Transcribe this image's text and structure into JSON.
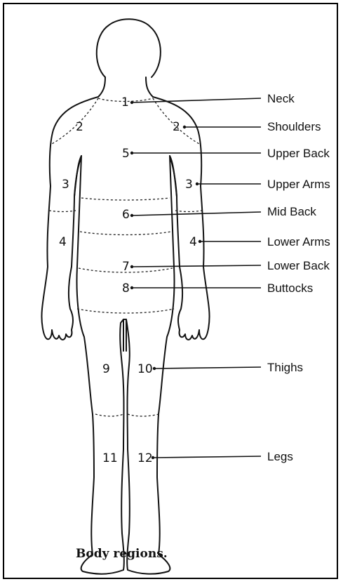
{
  "caption": "Body regions.",
  "regions": [
    {
      "number": "1",
      "label": "Neck"
    },
    {
      "number": "2",
      "label": "Shoulders"
    },
    {
      "number": "5",
      "label": "Upper Back"
    },
    {
      "number": "3",
      "label": "Upper Arms"
    },
    {
      "number": "6",
      "label": "Mid Back"
    },
    {
      "number": "4",
      "label": "Lower Arms"
    },
    {
      "number": "7",
      "label": "Lower Back"
    },
    {
      "number": "8",
      "label": "Buttocks"
    },
    {
      "number": "10",
      "label": "Thighs"
    },
    {
      "number": "12",
      "label": "Legs"
    }
  ],
  "unlabeled_numbers": {
    "left_shoulder": "2",
    "left_upper_arm": "3",
    "left_lower_arm": "4",
    "left_thigh": "9",
    "left_leg": "11"
  }
}
